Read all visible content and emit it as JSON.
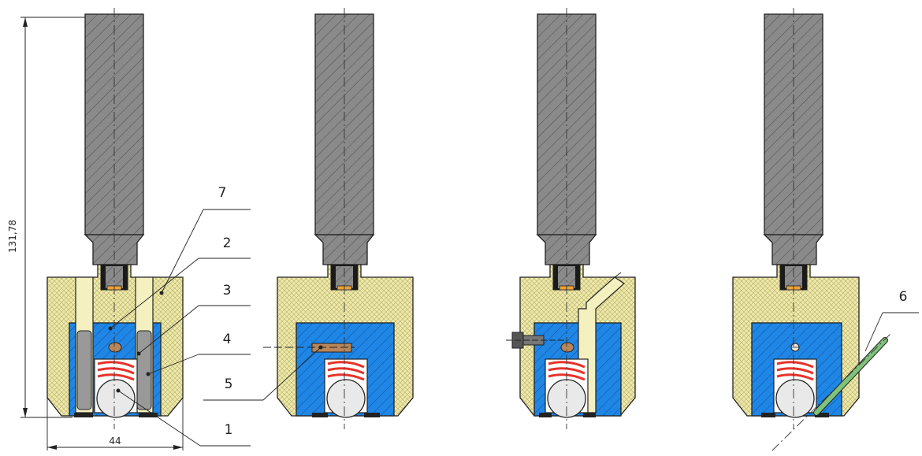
{
  "figure": {
    "dimensions": {
      "height_label": "131,78",
      "width_label": "44"
    },
    "callouts": [
      {
        "id": "7",
        "label": "7"
      },
      {
        "id": "2",
        "label": "2"
      },
      {
        "id": "3",
        "label": "3"
      },
      {
        "id": "4",
        "label": "4"
      },
      {
        "id": "5",
        "label": "5"
      },
      {
        "id": "1",
        "label": "1"
      },
      {
        "id": "6",
        "label": "6"
      }
    ],
    "variants": [
      {
        "id": "variant-a",
        "feature": "guide-pins"
      },
      {
        "id": "variant-b",
        "feature": "horizontal-pin"
      },
      {
        "id": "variant-c",
        "feature": "side-screw-and-channel"
      },
      {
        "id": "variant-d",
        "feature": "inclined-rod"
      }
    ],
    "colors": {
      "shank": "#8a8a8a",
      "housing": "#efe9a8",
      "insert": "#1f86e6",
      "spring": "#e8322a",
      "ball": "#e9e9e9",
      "pin": "#b8865a",
      "rod": "#7fc27a",
      "guide": "#f4f0c0",
      "bolt": "#555555"
    }
  }
}
